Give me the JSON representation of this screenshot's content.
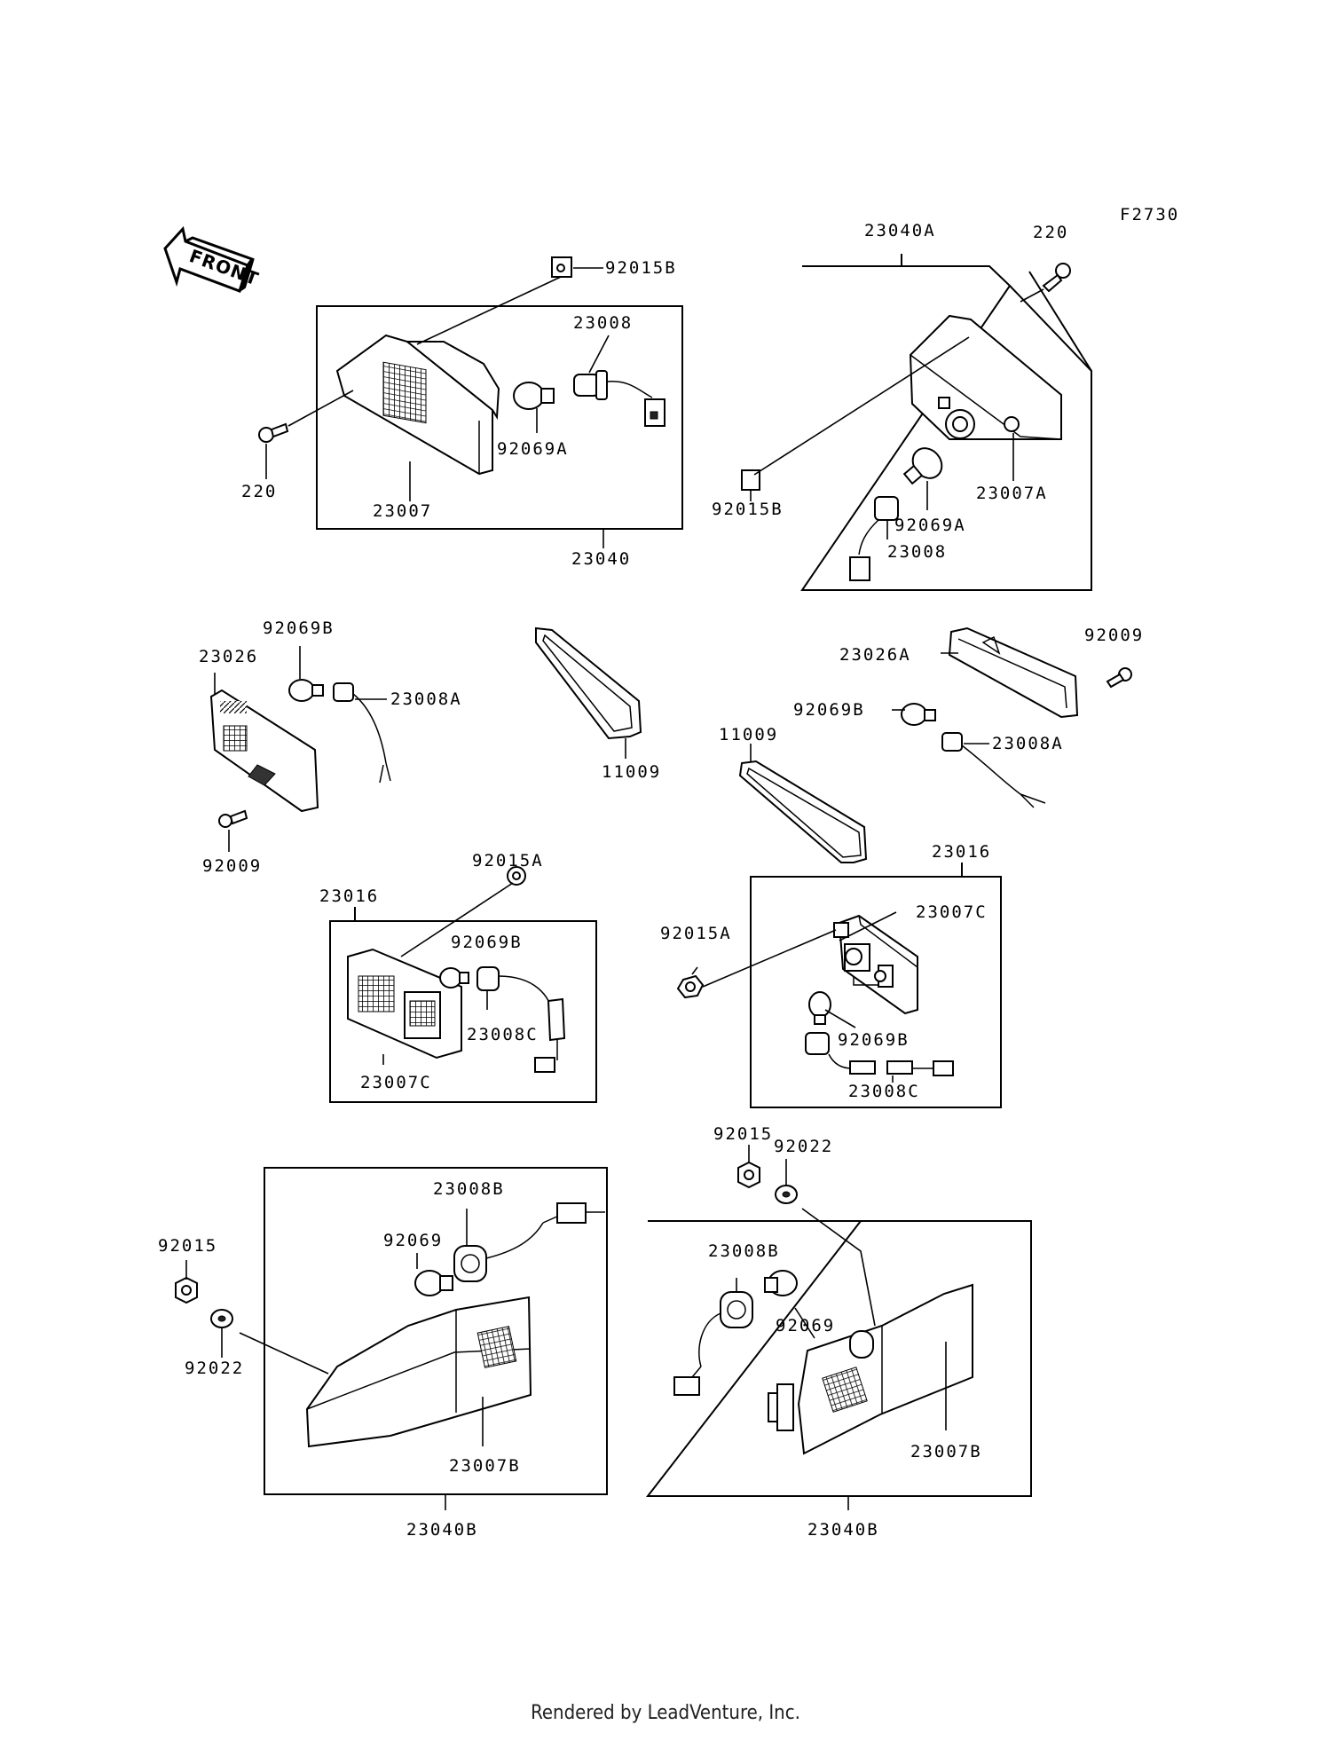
{
  "figure_code": "F2730",
  "direction_arrow": "FRONT",
  "footer": "Rendered by LeadVenture, Inc.",
  "callouts": [
    {
      "id": "c1",
      "text": "92015B"
    },
    {
      "id": "c2",
      "text": "23008"
    },
    {
      "id": "c3",
      "text": "92069A"
    },
    {
      "id": "c4",
      "text": "220"
    },
    {
      "id": "c5",
      "text": "23007"
    },
    {
      "id": "c6",
      "text": "23040"
    },
    {
      "id": "c7",
      "text": "23040A"
    },
    {
      "id": "c8",
      "text": "220"
    },
    {
      "id": "c9",
      "text": "92015B"
    },
    {
      "id": "c10",
      "text": "23007A"
    },
    {
      "id": "c11",
      "text": "92069A"
    },
    {
      "id": "c12",
      "text": "23008"
    },
    {
      "id": "c13",
      "text": "92069B"
    },
    {
      "id": "c14",
      "text": "23026"
    },
    {
      "id": "c15",
      "text": "23008A"
    },
    {
      "id": "c16",
      "text": "92009"
    },
    {
      "id": "c17",
      "text": "11009"
    },
    {
      "id": "c18",
      "text": "23026A"
    },
    {
      "id": "c19",
      "text": "92009"
    },
    {
      "id": "c20",
      "text": "92069B"
    },
    {
      "id": "c21",
      "text": "23008A"
    },
    {
      "id": "c22",
      "text": "11009"
    },
    {
      "id": "c23",
      "text": "92015A"
    },
    {
      "id": "c24",
      "text": "23016"
    },
    {
      "id": "c25",
      "text": "92069B"
    },
    {
      "id": "c26",
      "text": "23008C"
    },
    {
      "id": "c27",
      "text": "23007C"
    },
    {
      "id": "c28",
      "text": "23016"
    },
    {
      "id": "c29",
      "text": "23007C"
    },
    {
      "id": "c30",
      "text": "92015A"
    },
    {
      "id": "c31",
      "text": "92069B"
    },
    {
      "id": "c32",
      "text": "23008C"
    },
    {
      "id": "c33",
      "text": "92015"
    },
    {
      "id": "c34",
      "text": "92022"
    },
    {
      "id": "c35",
      "text": "23008B"
    },
    {
      "id": "c36",
      "text": "92069"
    },
    {
      "id": "c37",
      "text": "92015"
    },
    {
      "id": "c38",
      "text": "92022"
    },
    {
      "id": "c39",
      "text": "23007B"
    },
    {
      "id": "c40",
      "text": "23040B"
    },
    {
      "id": "c41",
      "text": "23008B"
    },
    {
      "id": "c42",
      "text": "92069"
    },
    {
      "id": "c43",
      "text": "23007B"
    },
    {
      "id": "c44",
      "text": "23040B"
    }
  ]
}
